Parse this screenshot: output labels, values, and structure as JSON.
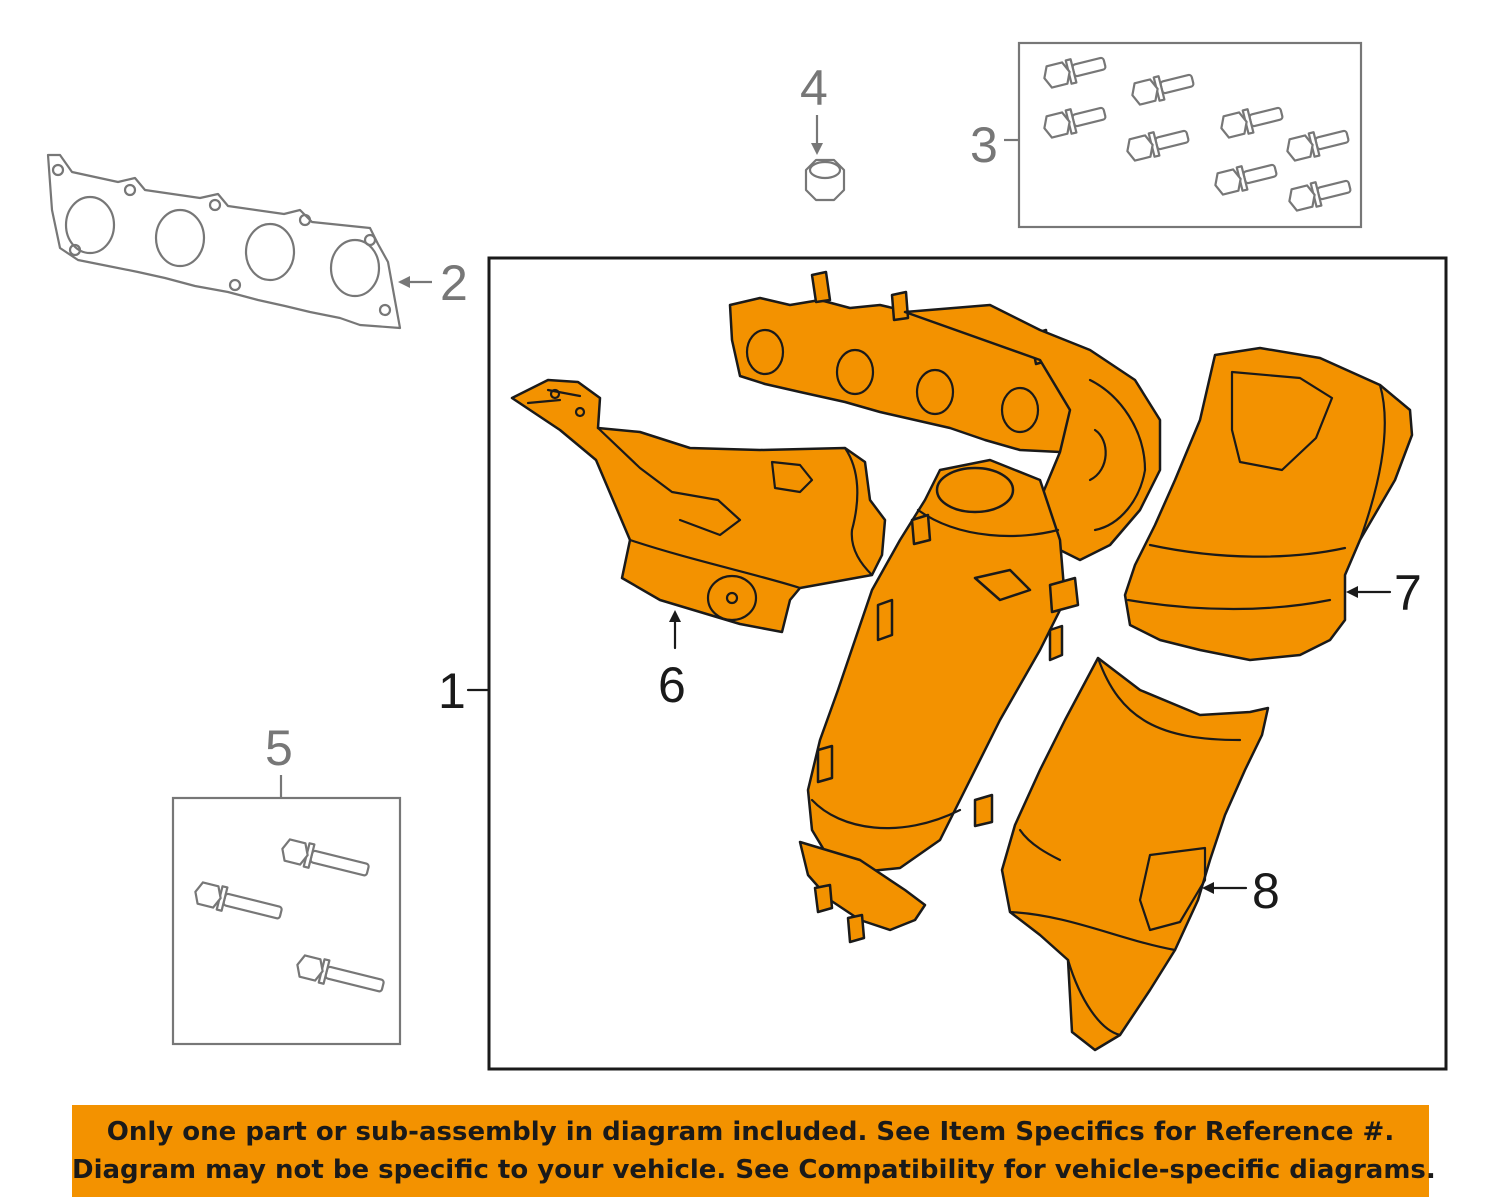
{
  "callouts": {
    "c1": "1",
    "c2": "2",
    "c3": "3",
    "c4": "4",
    "c5": "5",
    "c6": "6",
    "c7": "7",
    "c8": "8"
  },
  "colors": {
    "part_highlight": "#f39200",
    "banner_background": "#f39200",
    "outline": "#1a1a1a",
    "secondary_outline": "#777777"
  },
  "banner": {
    "line1": "Only one part or sub-assembly in diagram included. See Item Specifics for Reference #.",
    "line2": "Diagram may not be specific to your vehicle. See Compatibility for vehicle-specific diagrams."
  }
}
